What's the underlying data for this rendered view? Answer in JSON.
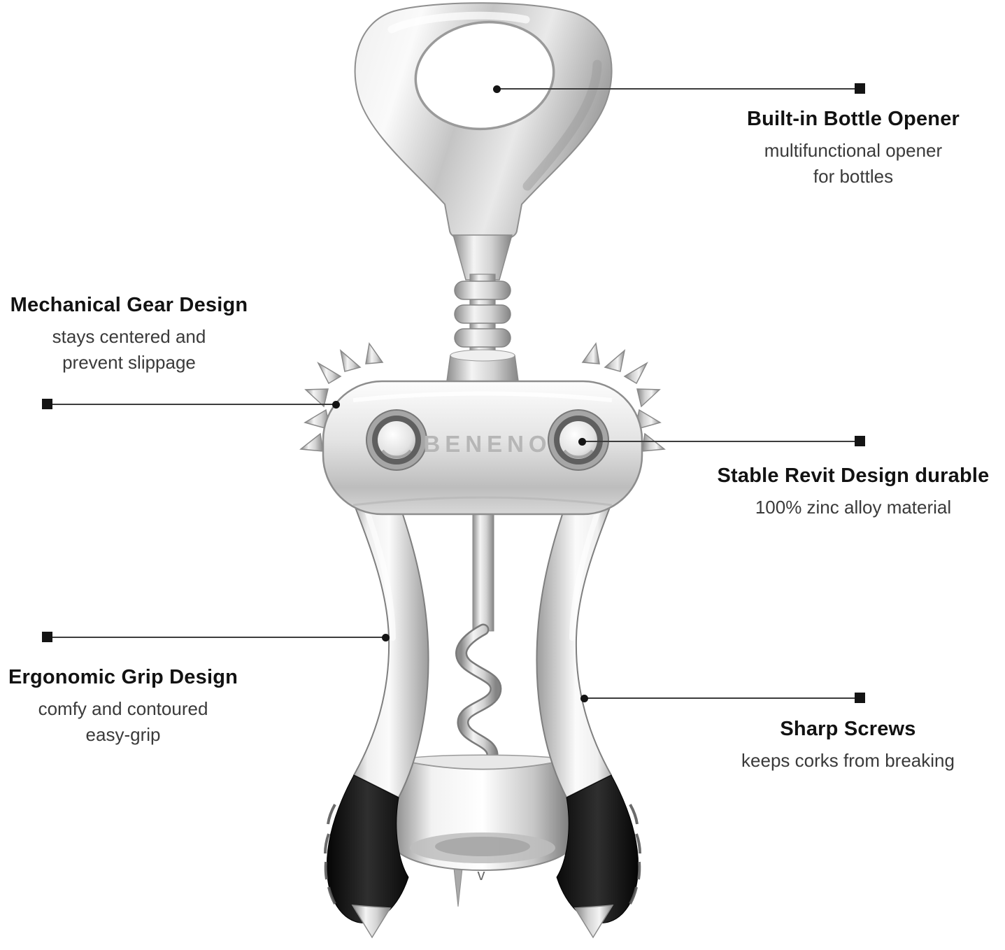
{
  "product": {
    "brand": "BENENO",
    "tip_mark": "v"
  },
  "callouts": {
    "bottle_opener": {
      "title": "Built-in Bottle Opener",
      "desc": [
        "multifunctional opener",
        "for bottles"
      ]
    },
    "gear": {
      "title": "Mechanical Gear Design",
      "desc": [
        "stays centered and",
        "prevent slippage"
      ]
    },
    "rivet": {
      "title": "Stable Revit Design  durable",
      "desc": [
        "100% zinc alloy material"
      ]
    },
    "grip": {
      "title": "Ergonomic Grip Design",
      "desc": [
        "comfy and contoured",
        "easy-grip"
      ]
    },
    "screws": {
      "title": "Sharp Screws",
      "desc": [
        "keeps corks from breaking"
      ]
    }
  },
  "colors": {
    "marker": "#141414",
    "lead_line": "#3c3c3c",
    "grip_black": "#141414",
    "chrome_light": "#f7f7f7",
    "chrome_dark": "#8a8a8a"
  }
}
